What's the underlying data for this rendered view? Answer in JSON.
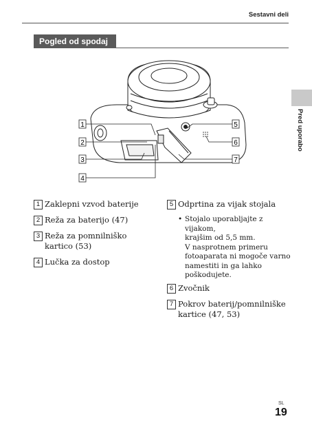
{
  "header": {
    "title": "Sestavni deli"
  },
  "section": {
    "title": "Pogled od spodaj"
  },
  "side_tab": {
    "label": "Pred uporabo"
  },
  "callouts": [
    "1",
    "2",
    "3",
    "4",
    "5",
    "6",
    "7"
  ],
  "items_left": [
    {
      "num": "1",
      "text": "Zaklepni vzvod baterije"
    },
    {
      "num": "2",
      "text": "Reža za baterijo (47)"
    },
    {
      "num": "3",
      "line1": "Reža za pomnilniško",
      "line2": "kartico (53)"
    },
    {
      "num": "4",
      "text": "Lučka za dostop"
    }
  ],
  "items_right": [
    {
      "num": "5",
      "text": "Odprtina za vijak stojala"
    },
    {
      "sub": [
        "Stojalo uporabljajte z vijakom,",
        "krajšim od 5,5 mm.",
        "V nasprotnem primeru",
        "fotoaparata ni mogoče varno",
        "namestiti in ga lahko",
        "poškodujete."
      ]
    },
    {
      "num": "6",
      "text": "Zvočnik"
    },
    {
      "num": "7",
      "line1": "Pokrov baterij/pomnilniške",
      "line2": "kartice (47, 53)"
    }
  ],
  "footer": {
    "lang": "SL",
    "page": "19"
  }
}
